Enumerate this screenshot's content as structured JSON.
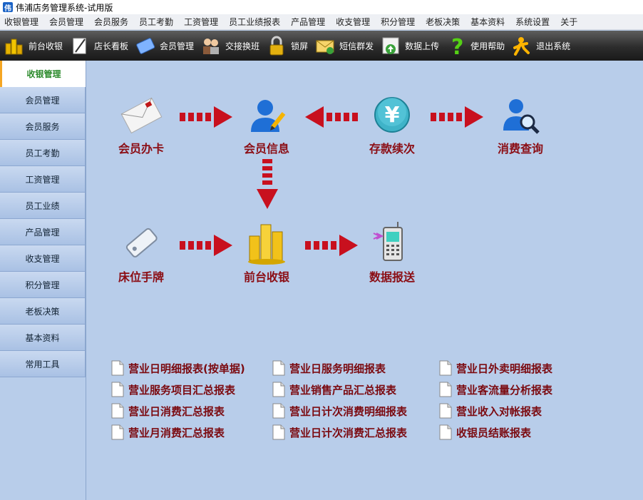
{
  "window": {
    "title": "伟浦店务管理系统-试用版",
    "app_icon": "伟"
  },
  "menu": [
    "收银管理",
    "会员管理",
    "会员服务",
    "员工考勤",
    "工资管理",
    "员工业绩报表",
    "产品管理",
    "收支管理",
    "积分管理",
    "老板决策",
    "基本资料",
    "系统设置",
    "关于"
  ],
  "toolbar": [
    {
      "label": "前台收银",
      "icon": "cash-register-icon"
    },
    {
      "label": "店长看板",
      "icon": "pencil-icon"
    },
    {
      "label": "会员管理",
      "icon": "card-icon"
    },
    {
      "label": "交接换班",
      "icon": "people-icon"
    },
    {
      "label": "锁屏",
      "icon": "lock-icon"
    },
    {
      "label": "短信群发",
      "icon": "sms-icon"
    },
    {
      "label": "数据上传",
      "icon": "upload-icon"
    },
    {
      "label": "使用帮助",
      "icon": "help-icon"
    },
    {
      "label": "退出系统",
      "icon": "exit-icon"
    }
  ],
  "sidebar": {
    "active": "收银管理",
    "items": [
      "会员管理",
      "会员服务",
      "员工考勤",
      "工资管理",
      "员工业绩",
      "产品管理",
      "收支管理",
      "积分管理",
      "老板决策",
      "基本资料",
      "常用工具"
    ]
  },
  "flow": {
    "card": "会员办卡",
    "info": "会员信息",
    "deposit": "存款续次",
    "query": "消费查询",
    "tag": "床位手牌",
    "cashier": "前台收银",
    "send": "数据报送",
    "deposit_symbol": "¥"
  },
  "reports": [
    "营业日明细报表(按单据)",
    "营业日服务明细报表",
    "营业日外卖明细报表",
    "营业服务项目汇总报表",
    "营业销售产品汇总报表",
    "营业客流量分析报表",
    "营业日消费汇总报表",
    "营业日计次消费明细报表",
    "营业收入对帐报表",
    "营业月消费汇总报表",
    "营业日计次消费汇总报表",
    "收银员结账报表"
  ],
  "colors": {
    "accent_red": "#c8101e",
    "label_red": "#8b0d14",
    "bg": "#b8cdea"
  }
}
